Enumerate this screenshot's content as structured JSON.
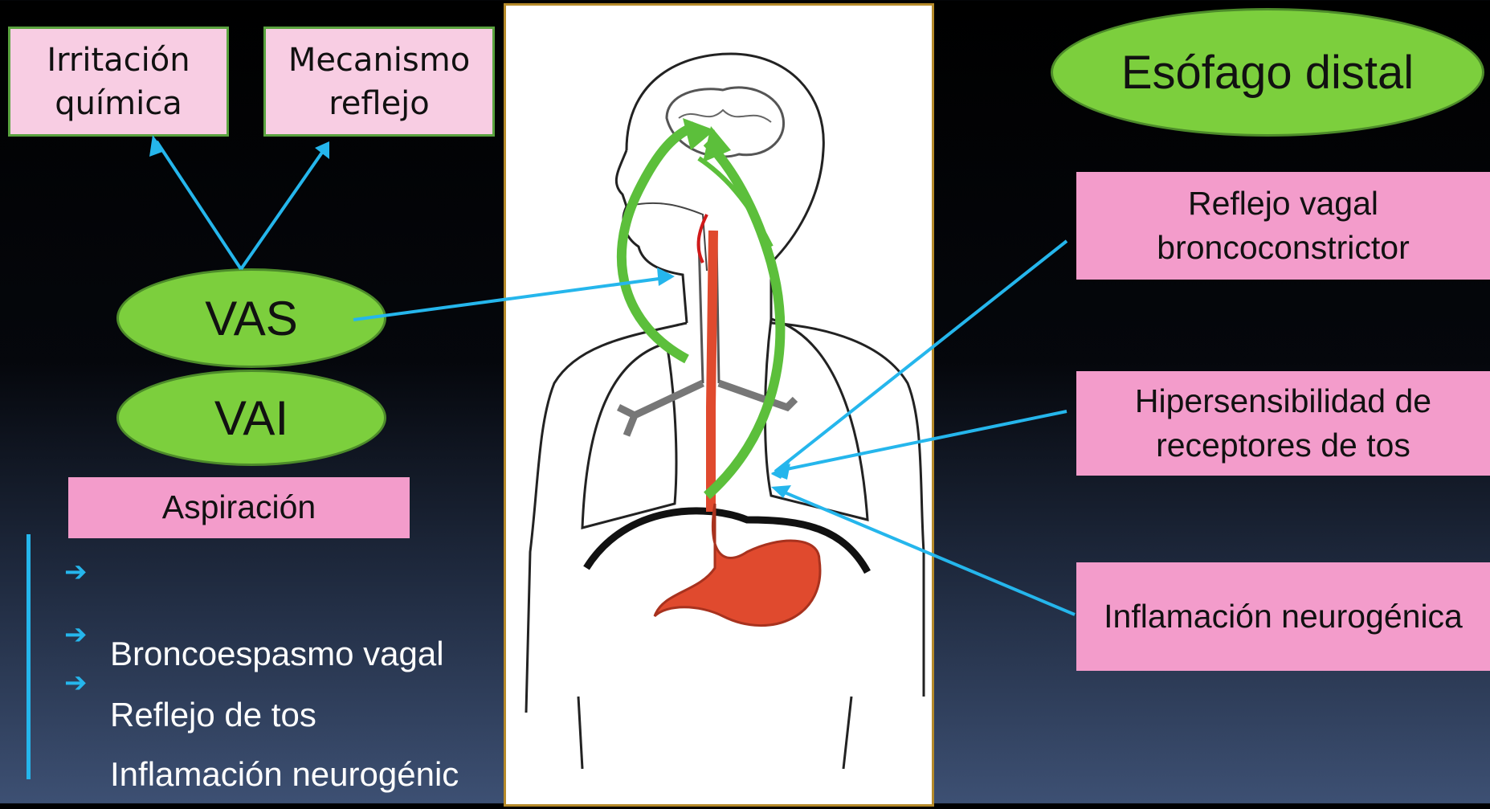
{
  "top_boxes": {
    "irritacion": "Irritación química",
    "mecanismo": "Mecanismo reflejo"
  },
  "left_ellipses": {
    "vas": "VAS",
    "vai": "VAI"
  },
  "aspiracion": "Aspiración",
  "effects_list": [
    "Broncoespasmo vagal",
    "Reflejo de tos",
    "Inflamación neurogénic"
  ],
  "esofago": "Esófago distal",
  "right_boxes": {
    "reflejo": "Reflejo vagal broncoconstrictor",
    "hipersensibilidad": "Hipersensibilidad de receptores de tos",
    "inflamacion": "Inflamación neurogénica"
  },
  "colors": {
    "ellipse_green": "#7ccf3d",
    "box_pink": "#f39ccb",
    "box_light_pink": "#f8cde3",
    "arrow_blue": "#25b6ec",
    "stomach_red": "#e04a2e"
  }
}
